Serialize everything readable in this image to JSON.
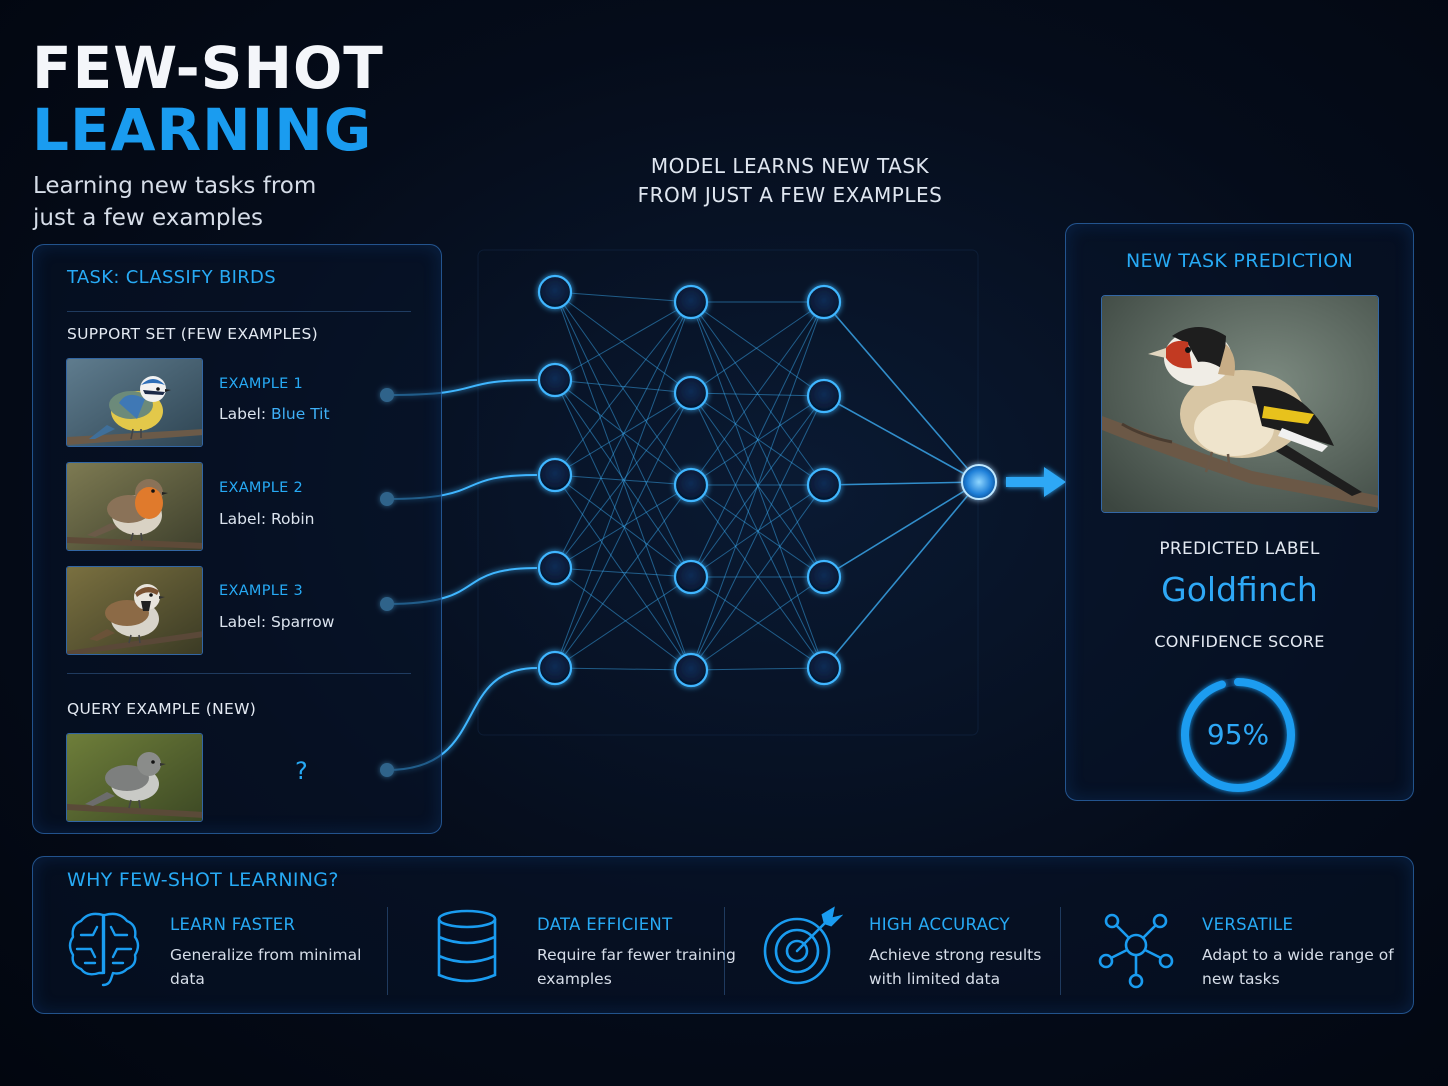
{
  "title": {
    "line1": "FEW-SHOT",
    "line2": "LEARNING",
    "subtitle": "Learning new tasks from just a few examples"
  },
  "diagram_caption": {
    "line1": "MODEL LEARNS NEW TASK",
    "line2": "FROM JUST A FEW EXAMPLES"
  },
  "task": {
    "title": "TASK: CLASSIFY BIRDS",
    "support_set_label": "SUPPORT SET (FEW EXAMPLES)",
    "examples": [
      {
        "title": "EXAMPLE 1",
        "label_prefix": "Label: ",
        "label": "Blue Tit"
      },
      {
        "title": "EXAMPLE 2",
        "label_prefix": "Label: ",
        "label": "Robin"
      },
      {
        "title": "EXAMPLE 3",
        "label_prefix": "Label: ",
        "label": "Sparrow"
      }
    ],
    "query_label": "QUERY EXAMPLE (NEW)",
    "query_mark": "?"
  },
  "prediction": {
    "title": "NEW TASK PREDICTION",
    "predicted_label_caption": "PREDICTED LABEL",
    "predicted_label": "Goldfinch",
    "confidence_caption": "CONFIDENCE SCORE",
    "confidence_text": "95%",
    "confidence_fraction": 0.95
  },
  "why": {
    "title": "WHY FEW-SHOT LEARNING?",
    "features": [
      {
        "icon": "brain-icon",
        "title": "LEARN FASTER",
        "desc": "Generalize from minimal data"
      },
      {
        "icon": "database-icon",
        "title": "DATA EFFICIENT",
        "desc": "Require far fewer training examples"
      },
      {
        "icon": "target-icon",
        "title": "HIGH ACCURACY",
        "desc": "Achieve strong results with limited data"
      },
      {
        "icon": "network-icon",
        "title": "VERSATILE",
        "desc": "Adapt to a wide range of new tasks"
      }
    ]
  },
  "colors": {
    "accent": "#1a9cf0",
    "glow": "#3fb6ff",
    "background": "#050c1a"
  }
}
